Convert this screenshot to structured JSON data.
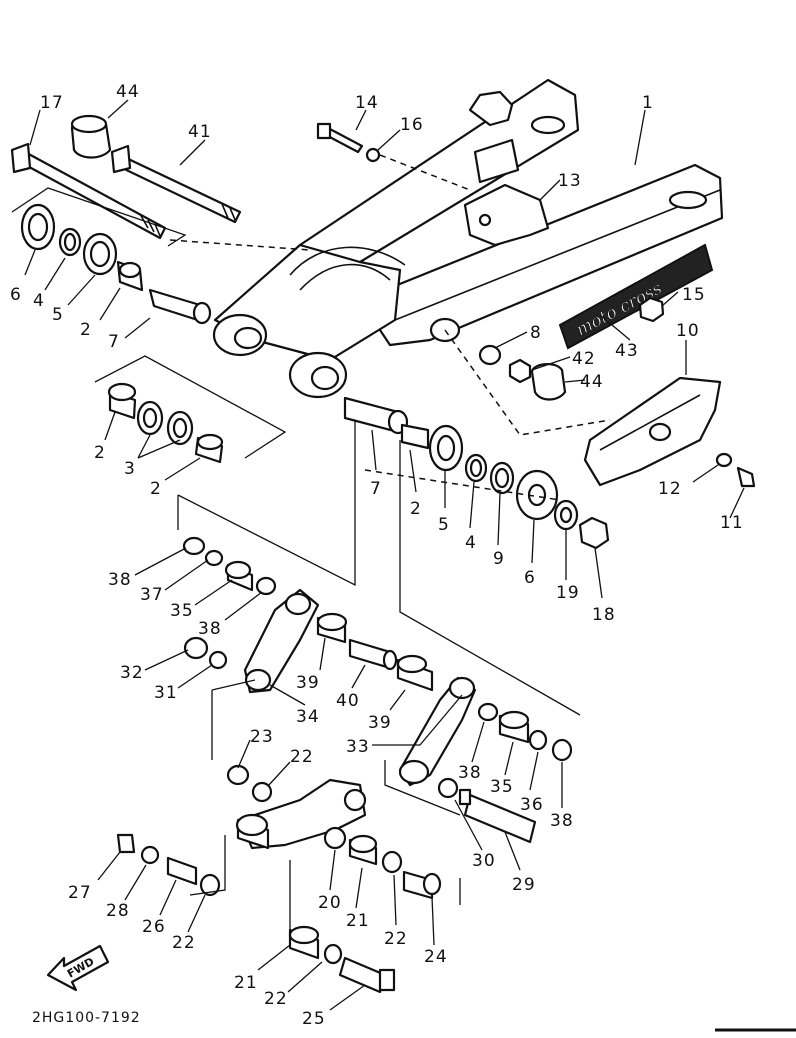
{
  "diagram": {
    "code": "2HG100-7192",
    "fwd_label": "FWD",
    "decal_text": "moto cross",
    "callouts": [
      {
        "id": "c1",
        "text": "1"
      },
      {
        "id": "c2a",
        "text": "2"
      },
      {
        "id": "c2b",
        "text": "2"
      },
      {
        "id": "c2c",
        "text": "2"
      },
      {
        "id": "c2d",
        "text": "2"
      },
      {
        "id": "c3",
        "text": "3"
      },
      {
        "id": "c4a",
        "text": "4"
      },
      {
        "id": "c4b",
        "text": "4"
      },
      {
        "id": "c5a",
        "text": "5"
      },
      {
        "id": "c5b",
        "text": "5"
      },
      {
        "id": "c6a",
        "text": "6"
      },
      {
        "id": "c6b",
        "text": "6"
      },
      {
        "id": "c7a",
        "text": "7"
      },
      {
        "id": "c7b",
        "text": "7"
      },
      {
        "id": "c8",
        "text": "8"
      },
      {
        "id": "c9",
        "text": "9"
      },
      {
        "id": "c10",
        "text": "10"
      },
      {
        "id": "c11",
        "text": "11"
      },
      {
        "id": "c12",
        "text": "12"
      },
      {
        "id": "c13",
        "text": "13"
      },
      {
        "id": "c14",
        "text": "14"
      },
      {
        "id": "c15",
        "text": "15"
      },
      {
        "id": "c16",
        "text": "16"
      },
      {
        "id": "c17",
        "text": "17"
      },
      {
        "id": "c18",
        "text": "18"
      },
      {
        "id": "c19",
        "text": "19"
      },
      {
        "id": "c20",
        "text": "20"
      },
      {
        "id": "c21a",
        "text": "21"
      },
      {
        "id": "c21b",
        "text": "21"
      },
      {
        "id": "c22a",
        "text": "22"
      },
      {
        "id": "c22b",
        "text": "22"
      },
      {
        "id": "c22c",
        "text": "22"
      },
      {
        "id": "c22d",
        "text": "22"
      },
      {
        "id": "c23",
        "text": "23"
      },
      {
        "id": "c24",
        "text": "24"
      },
      {
        "id": "c25",
        "text": "25"
      },
      {
        "id": "c26",
        "text": "26"
      },
      {
        "id": "c27",
        "text": "27"
      },
      {
        "id": "c28",
        "text": "28"
      },
      {
        "id": "c29",
        "text": "29"
      },
      {
        "id": "c30",
        "text": "30"
      },
      {
        "id": "c31",
        "text": "31"
      },
      {
        "id": "c32",
        "text": "32"
      },
      {
        "id": "c33",
        "text": "33"
      },
      {
        "id": "c34",
        "text": "34"
      },
      {
        "id": "c35a",
        "text": "35"
      },
      {
        "id": "c35b",
        "text": "35"
      },
      {
        "id": "c36",
        "text": "36"
      },
      {
        "id": "c37",
        "text": "37"
      },
      {
        "id": "c38a",
        "text": "38"
      },
      {
        "id": "c38b",
        "text": "38"
      },
      {
        "id": "c38c",
        "text": "38"
      },
      {
        "id": "c38d",
        "text": "38"
      },
      {
        "id": "c39a",
        "text": "39"
      },
      {
        "id": "c39b",
        "text": "39"
      },
      {
        "id": "c40",
        "text": "40"
      },
      {
        "id": "c41",
        "text": "41"
      },
      {
        "id": "c42",
        "text": "42"
      },
      {
        "id": "c43",
        "text": "43"
      },
      {
        "id": "c44a",
        "text": "44"
      },
      {
        "id": "c44b",
        "text": "44"
      }
    ]
  }
}
